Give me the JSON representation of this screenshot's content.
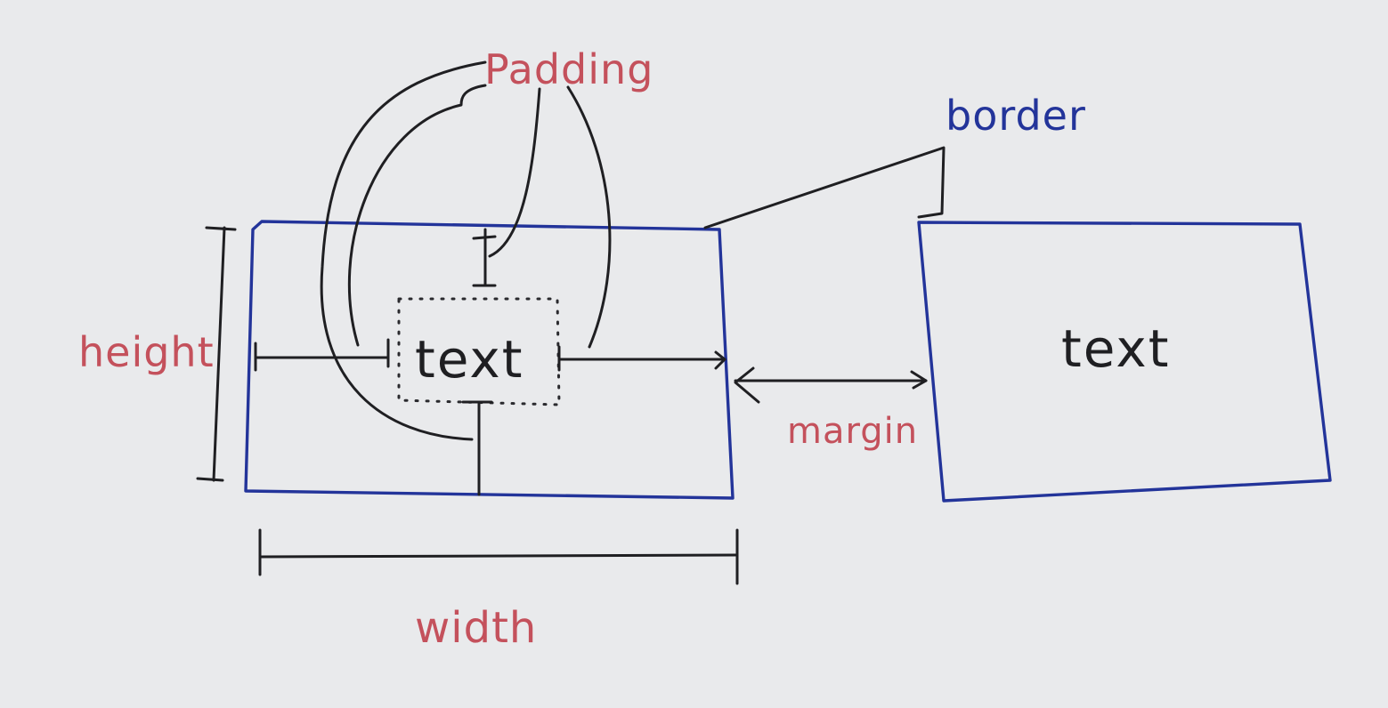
{
  "labels": {
    "padding": "Padding",
    "border": "border",
    "height": "height",
    "width": "width",
    "margin": "margin",
    "box1_text": "text",
    "box2_text": "text"
  },
  "colors": {
    "background": "#e9eaec",
    "red_label": "#c4515c",
    "blue_label": "#23349a",
    "blue_border": "#23349a",
    "black_ink": "#1f1f22"
  }
}
